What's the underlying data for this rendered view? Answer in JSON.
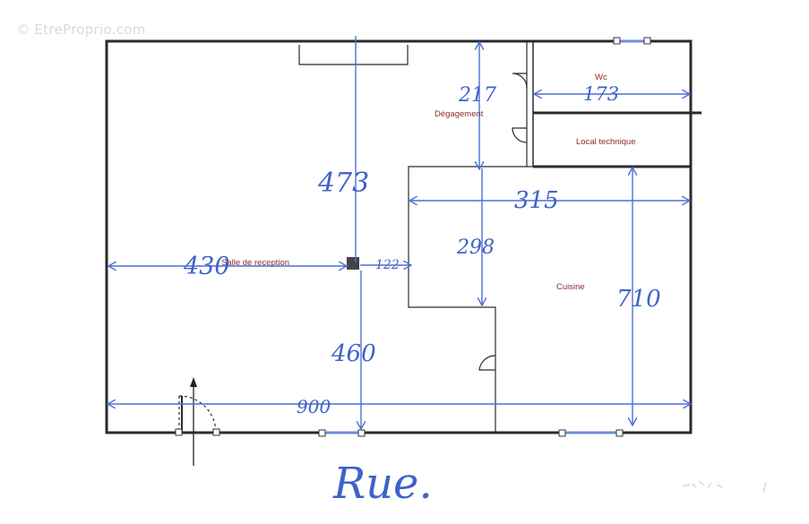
{
  "watermark": "© EtreProprio.com",
  "rooms": {
    "wc": "Wc",
    "degagement": "Dégagement",
    "local_technique": "Local technique",
    "salle": "Salle de reception",
    "cuisine": "Cuisine"
  },
  "dimensions": {
    "d217": "217",
    "d173": "173",
    "d473": "473",
    "d315": "315",
    "d430": "430",
    "d122": "122",
    "d298": "298",
    "d710": "710",
    "d460": "460",
    "d900": "900"
  },
  "street": "Rue."
}
